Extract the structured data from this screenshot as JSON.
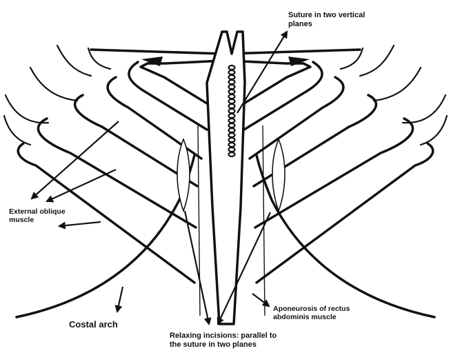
{
  "labels": {
    "suture": {
      "line1": "Suture in two vertical",
      "line2": "planes"
    },
    "external_oblique": {
      "line1": "External oblique",
      "line2": "muscle"
    },
    "aponeurosis": {
      "line1": "Aponeurosis of rectus",
      "line2": "abdominis muscle"
    },
    "costal_arch": {
      "text": "Costal arch"
    },
    "relaxing_incisions": {
      "line1": "Relaxing incisions: parallel to",
      "line2": "the suture in two planes"
    }
  },
  "colors": {
    "ink": "#111111",
    "paper": "#ffffff"
  }
}
